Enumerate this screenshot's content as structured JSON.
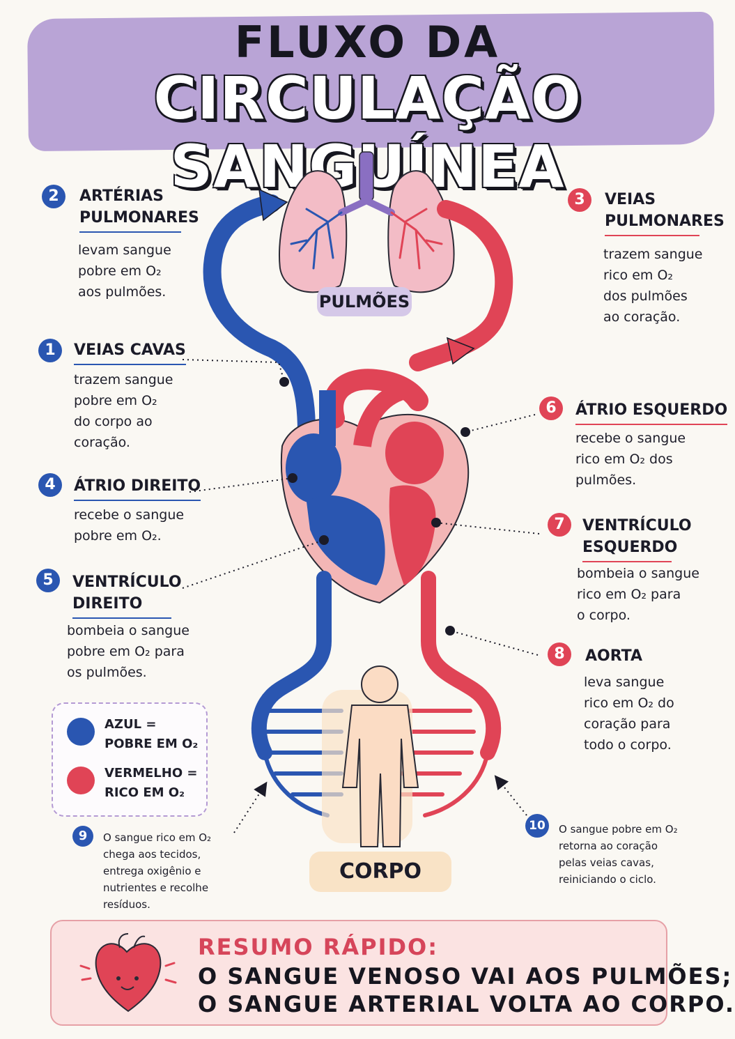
{
  "title": {
    "line1": "FLUXO DA",
    "line2": "CIRCULAÇÃO SANGUÍNEA"
  },
  "labels": {
    "lungs": "PULMÕES",
    "body": "CORPO"
  },
  "steps": [
    {
      "number": "1",
      "title": "VEIAS CAVAS",
      "description": "trazem sangue\npobre em O₂\ndo corpo ao\ncoração.",
      "color": "blue"
    },
    {
      "number": "2",
      "title": "ARTÉRIAS PULMONARES",
      "description": "levam sangue\npobre em O₂\naos pulmões.",
      "color": "blue"
    },
    {
      "number": "3",
      "title": "VEIAS PULMONARES",
      "description": "trazem sangue\nrico em O₂\ndos pulmões\nao coração.",
      "color": "red"
    },
    {
      "number": "4",
      "title": "ÁTRIO DIREITO",
      "description": "recebe o sangue\npobre em O₂.",
      "color": "blue"
    },
    {
      "number": "5",
      "title": "VENTRÍCULO DIREITO",
      "description": "bombeia o sangue\npobre em O₂ para\nos pulmões.",
      "color": "blue"
    },
    {
      "number": "6",
      "title": "ÁTRIO ESQUERDO",
      "description": "recebe o sangue\nrico em O₂ dos\npulmões.",
      "color": "red"
    },
    {
      "number": "7",
      "title": "VENTRÍCULO ESQUERDO",
      "description": "bombeia o sangue\nrico em O₂ para\no corpo.",
      "color": "red"
    },
    {
      "number": "8",
      "title": "AORTA",
      "description": "leva sangue\nrico em O₂ do\ncoração para\ntodo o corpo.",
      "color": "red"
    },
    {
      "number": "9",
      "description": "O sangue rico em O₂\nchega aos tecidos,\nentrega oxigênio e\nnutrientes e recolhe\nresíduos.",
      "color": "blue"
    },
    {
      "number": "10",
      "description": "O sangue pobre em O₂\nretorna ao coração\npelas veias cavas,\nreiniciando o ciclo.",
      "color": "blue"
    }
  ],
  "legend": {
    "blue": "AZUL =\nPOBRE EM O₂",
    "red": "VERMELHO =\nRICO EM O₂"
  },
  "summary": {
    "title": "RESUMO RÁPIDO:",
    "line1": "O SANGUE VENOSO VAI AOS PULMÕES;",
    "line2": "O SANGUE ARTERIAL VOLTA AO CORPO."
  },
  "colors": {
    "blue": "#2a56b1",
    "red": "#e04456",
    "lavender": "#b9a4d6",
    "heart_wall": "#f3b6b6",
    "body_skin": "#fbdcc4"
  }
}
